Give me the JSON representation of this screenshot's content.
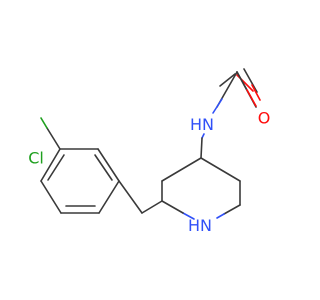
{
  "molecule": {
    "atoms": {
      "amide_n": {
        "label": "N",
        "sublabel": "H",
        "color": "#3050f8"
      },
      "carbonyl_o": {
        "label": "O",
        "color": "#ff0d0d"
      },
      "ring_n": {
        "label": "N",
        "sublabel": "H",
        "color": "#3050f8"
      },
      "chlorine": {
        "label": "Cl",
        "color": "#1fa01f"
      }
    },
    "bond_color": "#3a3a3a"
  }
}
